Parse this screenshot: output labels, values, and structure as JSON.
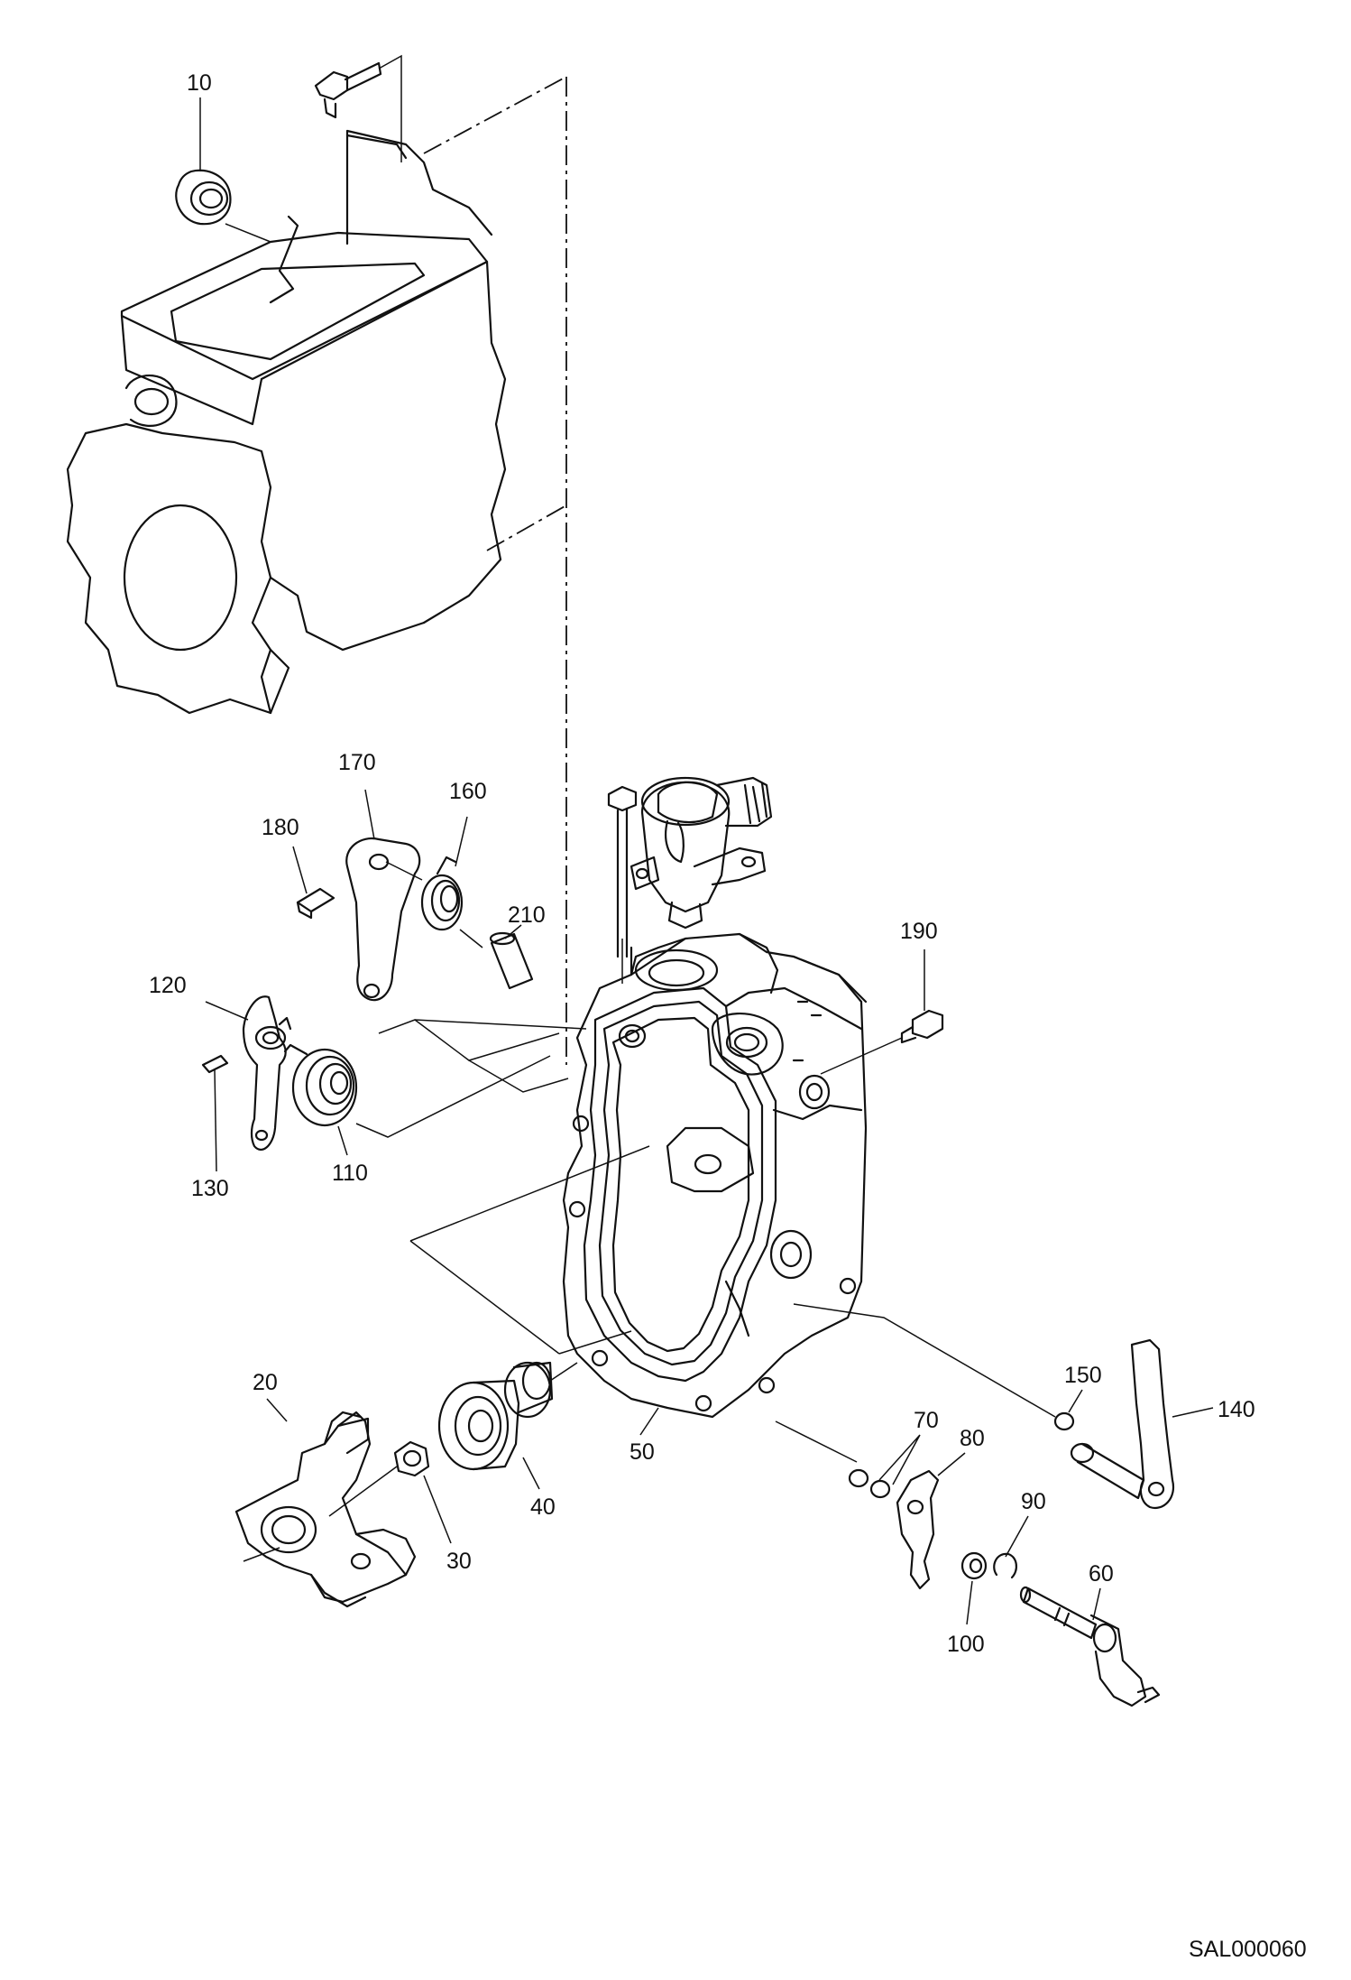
{
  "callouts": [
    {
      "id": "10",
      "label": "10"
    },
    {
      "id": "20",
      "label": "20"
    },
    {
      "id": "30",
      "label": "30"
    },
    {
      "id": "40",
      "label": "40"
    },
    {
      "id": "50",
      "label": "50"
    },
    {
      "id": "60",
      "label": "60"
    },
    {
      "id": "70",
      "label": "70"
    },
    {
      "id": "80",
      "label": "80"
    },
    {
      "id": "90",
      "label": "90"
    },
    {
      "id": "100",
      "label": "100"
    },
    {
      "id": "110",
      "label": "110"
    },
    {
      "id": "120",
      "label": "120"
    },
    {
      "id": "130",
      "label": "130"
    },
    {
      "id": "140",
      "label": "140"
    },
    {
      "id": "150",
      "label": "150"
    },
    {
      "id": "160",
      "label": "160"
    },
    {
      "id": "170",
      "label": "170"
    },
    {
      "id": "180",
      "label": "180"
    },
    {
      "id": "190",
      "label": "190"
    },
    {
      "id": "210",
      "label": "210"
    }
  ],
  "drawing_ref": "SAL000060",
  "line_color": "#111111",
  "background_color": "#ffffff"
}
